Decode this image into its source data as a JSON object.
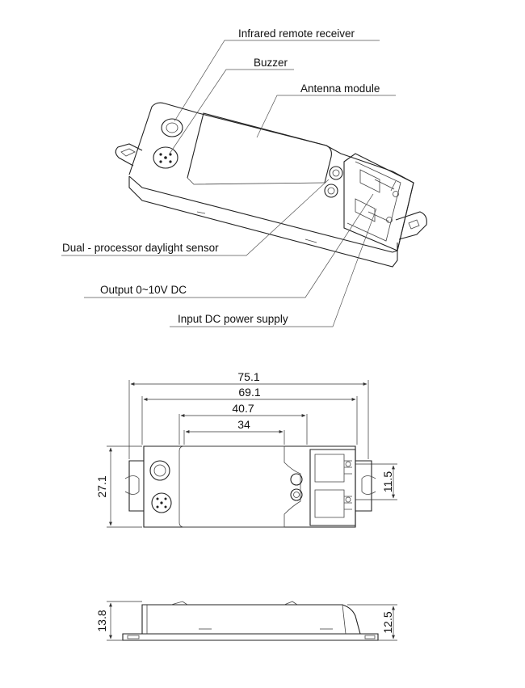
{
  "callouts": {
    "infrared_receiver": "Infrared remote receiver",
    "buzzer": "Buzzer",
    "antenna_module": "Antenna module",
    "daylight_sensor": "Dual - processor daylight sensor",
    "output": "Output 0~10V DC",
    "input_power": "Input DC power supply"
  },
  "dimensions": {
    "overall_length": "75.1",
    "hole_spacing": "69.1",
    "length_3": "40.7",
    "length_4": "34",
    "width": "27.1",
    "terminal_pitch": "11.5",
    "height_total": "13.8",
    "height_body": "12.5"
  }
}
